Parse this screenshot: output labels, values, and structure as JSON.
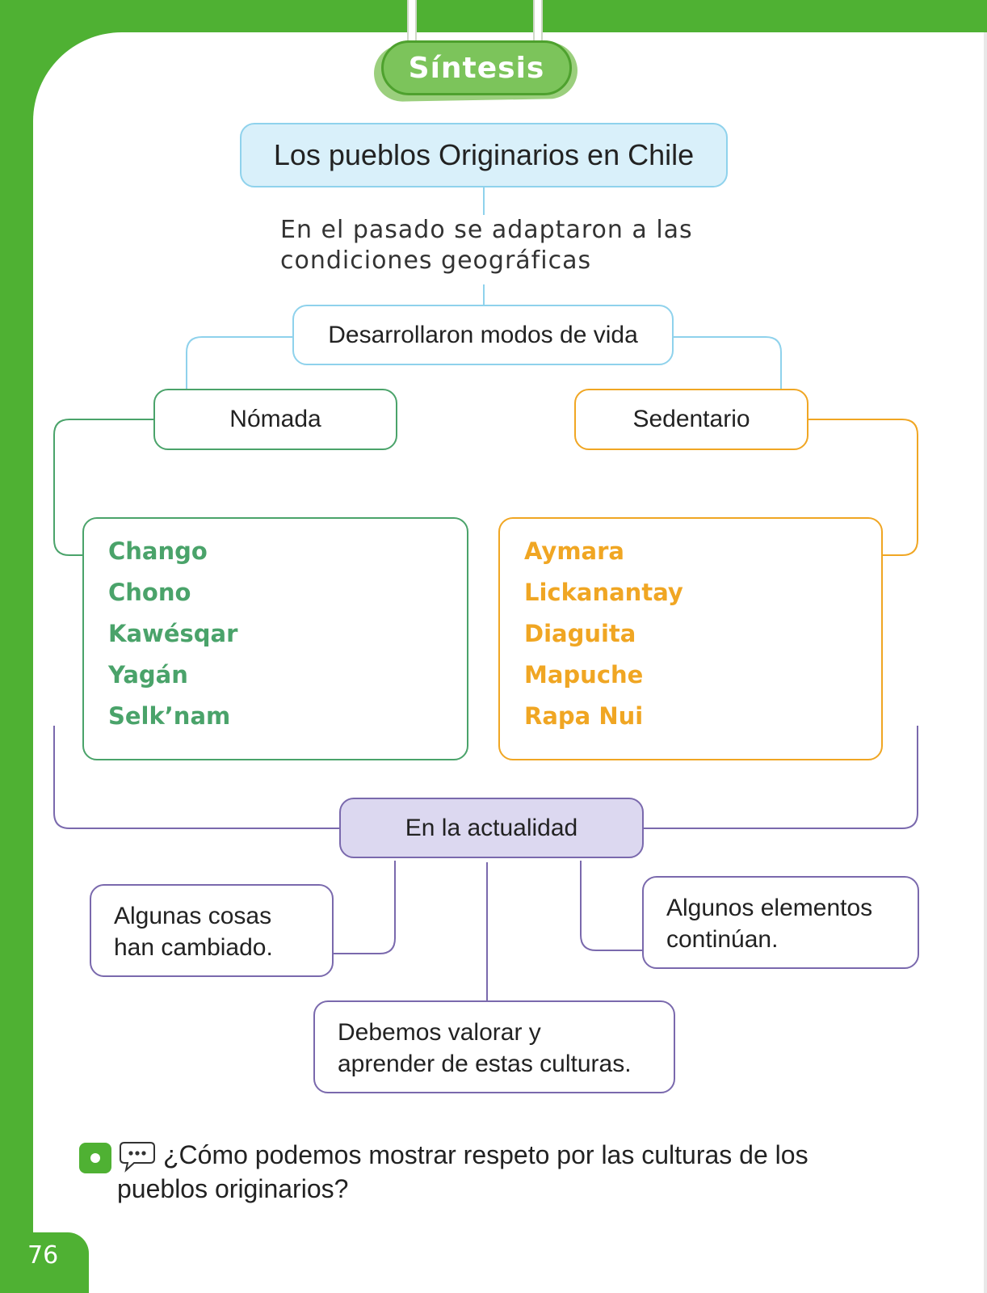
{
  "header": {
    "title": "Síntesis"
  },
  "diagram": {
    "main": "Los pueblos Originarios en Chile",
    "intro_line1": "En el pasado se adaptaron a las",
    "intro_line2": "condiciones geográficas",
    "modos": "Desarrollaron modos de vida",
    "nomada": {
      "label": "Nómada",
      "peoples": [
        "Chango",
        "Chono",
        "Kawésqar",
        "Yagán",
        "Selk’nam"
      ]
    },
    "sedentario": {
      "label": "Sedentario",
      "peoples": [
        "Aymara",
        "Lickanantay",
        "Diaguita",
        "Mapuche",
        "Rapa Nui"
      ]
    },
    "actualidad": "En la actualidad",
    "cambiado_line1": "Algunas cosas",
    "cambiado_line2": "han cambiado.",
    "continuan_line1": "Algunos elementos",
    "continuan_line2": "continúan.",
    "valorar_line1": "Debemos valorar y",
    "valorar_line2": "aprender de estas culturas."
  },
  "question": {
    "line1": "¿Cómo podemos mostrar respeto por las culturas de los",
    "line2": "pueblos originarios?"
  },
  "footer": {
    "page_number": "76"
  },
  "colors": {
    "brand_green": "#4fb133",
    "blue_border": "#8fd2ec",
    "green_border": "#4aa36a",
    "orange": "#f0a623",
    "purple": "#7a69ad",
    "purple_fill": "#dcd8f0"
  }
}
